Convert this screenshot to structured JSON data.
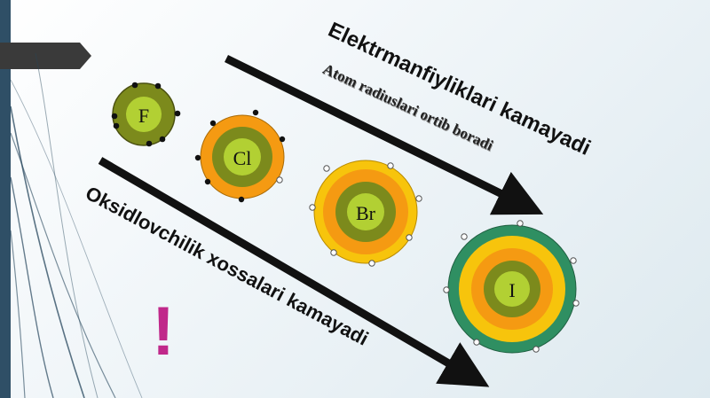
{
  "slide": {
    "title_main": "Elektrmanfiyliklari kamayadi",
    "title_sub": "Atom radiuslari ortib boradi",
    "title_bottom": "Oksidlovchilik xossalari kamayadi",
    "exclamation": "!"
  },
  "atoms": [
    {
      "symbol": "F"
    },
    {
      "symbol": "Cl"
    },
    {
      "symbol": "Br"
    },
    {
      "symbol": "I"
    }
  ],
  "colors": {
    "left_bar": "#2f4f66",
    "tab": "#3a3a3a",
    "shell_olive": "#7c8a1c",
    "shell_orange": "#f59a12",
    "shell_yellow": "#f7c40c",
    "shell_teal": "#2f8f62",
    "nucleus": "#b2d033",
    "arrow": "#111111",
    "exclamation": "#c0288a"
  }
}
